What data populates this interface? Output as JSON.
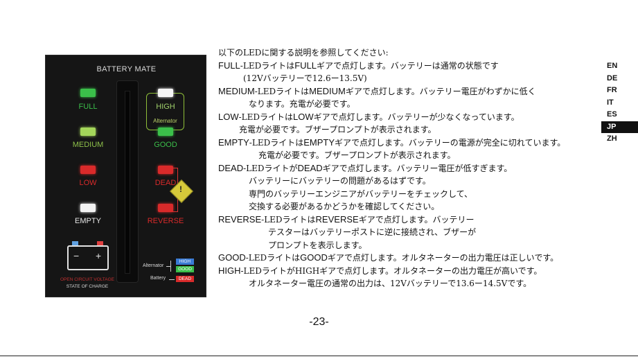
{
  "panel": {
    "title": "BATTERY MATE",
    "leds": {
      "full": {
        "label": "FULL",
        "led_color": "#3bbf4a",
        "label_color": "#3bbf4a"
      },
      "medium": {
        "label": "MEDIUM",
        "led_color": "#a4d65a",
        "label_color": "#8ec04a"
      },
      "low": {
        "label": "LOW",
        "led_color": "#d92a2a",
        "label_color": "#d92a2a"
      },
      "empty": {
        "label": "EMPTY",
        "led_color": "#f2f2f2",
        "label_color": "#e6e6e6"
      },
      "high": {
        "label": "HIGH",
        "led_color": "#f5f5f5",
        "label_color": "#9fd06a"
      },
      "good": {
        "label": "GOOD",
        "led_color": "#3bbf4a",
        "label_color": "#3bbf4a"
      },
      "dead": {
        "label": "DEAD",
        "led_color": "#d92a2a",
        "label_color": "#d92a2a"
      },
      "reverse": {
        "label": "REVERSE",
        "led_color": "#d92a2a",
        "label_color": "#d92a2a"
      }
    },
    "alternator_group": "Alternator",
    "warning_symbol": "!",
    "battery_minus": "−",
    "battery_plus": "+",
    "open_circuit_voltage": "OPEN CIRCUIT VOLTAGE",
    "state_of_charge": "STATE OF CHARGE",
    "legend": {
      "alternator": "Alternator",
      "battery": "Battery",
      "high": "HIGH",
      "good": "GOOD",
      "dead": "DEAD",
      "high_color": "#3a7bd5",
      "good_color": "#3bbf4a",
      "dead_color": "#d92a2a"
    }
  },
  "text": {
    "intro": "以下のLEDに関する説明を参照してください:",
    "full": {
      "kw": "FULL",
      "a": "-LEDライトは",
      "kw2": "FULL",
      "b": "ギアで点灯します。バッテリーは通常の状態です",
      "c": "(12Vバッテリーで12.6ー13.5V)"
    },
    "medium": {
      "kw": "MEDIUM",
      "a": "-LEDライトは",
      "kw2": "MEDIUM",
      "b": "ギアで点灯します。バッテリー電圧がわずかに低く",
      "c": "なります。充電が必要です。"
    },
    "low": {
      "kw": "LOW",
      "a": "-LEDライトは",
      "kw2": "LOW",
      "b": "ギアで点灯します。バッテリーが少なくなっています。",
      "c": "充電が必要です。ブザープロンプトが表示されます。"
    },
    "empty": {
      "kw": "EMPTY",
      "a": "-LEDライトは",
      "kw2": "EMPTY",
      "b": "ギアで点灯します。バッテリーの電源が完全に切れています。",
      "c": "充電が必要です。ブザープロンプトが表示されます。"
    },
    "dead": {
      "kw": "DEAD",
      "a": "-LEDライトが",
      "kw2": "DEAD",
      "b": "ギアで点灯します。バッテリー電圧が低すぎます。",
      "c": "バッテリーにバッテリーの問題があるはずです。",
      "d": "専門のバッテリーエンジニアがバッテリーをチェックして、",
      "e": "交換する必要があるかどうかを確認してください。"
    },
    "reverse": {
      "kw": "REVERSE",
      "a": "-LEDライトは",
      "kw2": "REVERSE",
      "b": "ギアで点灯します。バッテリー",
      "c": "テスターはバッテリーポストに逆に接続され、ブザーが",
      "d": "プロンプトを表示します。"
    },
    "good": {
      "kw": "GOOD",
      "a": "-LEDライトは",
      "kw2": "GOOD",
      "b": "ギアで点灯します。オルタネーターの出力電圧は正しいです。"
    },
    "high": {
      "kw": "HIGH",
      "a": "-LEDライトが",
      "kw2": "HIGH",
      "b": "ギアで点灯します。オルタネーターの出力電圧が高いです。",
      "c": "オルタネーター電圧の通常の出力は、12Vバッテリーで13.6ー14.5Vです。"
    }
  },
  "languages": [
    "EN",
    "DE",
    "FR",
    "IT",
    "ES",
    "JP",
    "ZH"
  ],
  "active_language": "JP",
  "page_number": "-23-"
}
